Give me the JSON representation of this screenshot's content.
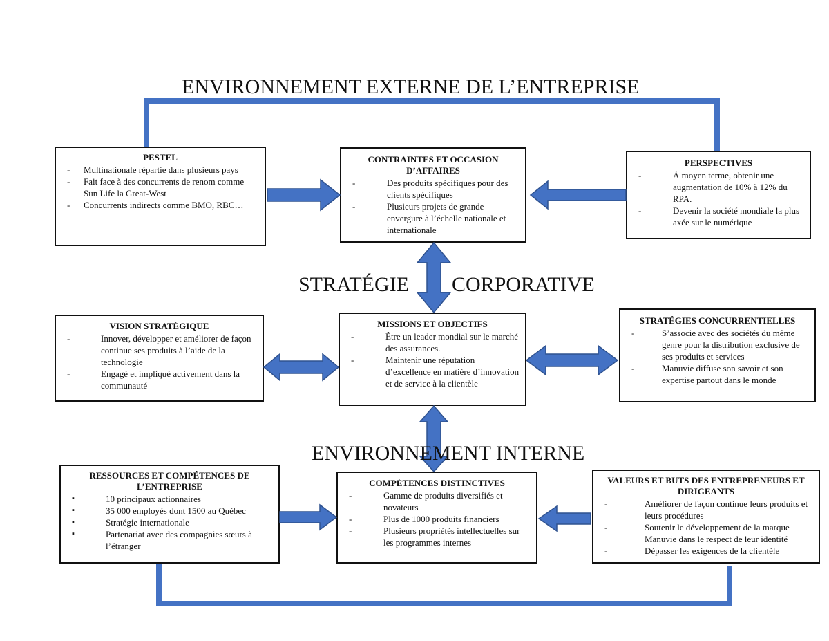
{
  "headings": {
    "external": "ENVIRONNEMENT EXTERNE DE L’ENTREPRISE",
    "strategy_left": "STRATÉGIE",
    "strategy_right": "CORPORATIVE",
    "internal": "ENVIRONNEMENT INTERNE"
  },
  "boxes": {
    "pestel": {
      "title": "PESTEL",
      "items": [
        "Multinationale répartie dans plusieurs pays",
        "Fait face à des concurrents de renom comme Sun Life la Great-West",
        "Concurrents indirects comme BMO, RBC…"
      ]
    },
    "contraintes": {
      "title": "CONTRAINTES ET OCCASION D’AFFAIRES",
      "items": [
        "Des produits spécifiques pour des clients spécifiques",
        "Plusieurs projets de grande envergure à l’échelle nationale et internationale"
      ]
    },
    "perspectives": {
      "title": "PERSPECTIVES",
      "items": [
        "À moyen terme, obtenir une augmentation de 10% à 12% du RPA.",
        "Devenir la société mondiale la plus axée sur le numérique"
      ]
    },
    "vision": {
      "title": "VISION STRATÉGIQUE",
      "items": [
        "Innover, développer et améliorer de façon continue ses produits à l’aide de la technologie",
        "Engagé et impliqué activement dans la communauté"
      ]
    },
    "missions": {
      "title": "MISSIONS ET OBJECTIFS",
      "items": [
        "Être un leader mondial sur le marché des assurances.",
        "Maintenir une réputation d’excellence en matière d’innovation et de service à la clientèle"
      ]
    },
    "strategies": {
      "title": "STRATÉGIES CONCURRENTIELLES",
      "items": [
        "S’associe avec des sociétés du même genre pour la distribution exclusive de ses produits et services",
        "Manuvie diffuse son savoir et son expertise partout dans le monde"
      ]
    },
    "ressources": {
      "title": "RESSOURCES ET COMPÉTENCES DE L’ENTREPRISE",
      "items": [
        "10 principaux actionnaires",
        "35 000 employés dont 1500 au Québec",
        "Stratégie internationale",
        "Partenariat avec des compagnies sœurs à l’étranger"
      ]
    },
    "competences": {
      "title": "COMPÉTENCES DISTINCTIVES",
      "items": [
        "Gamme de produits diversifiés et novateurs",
        "Plus de 1000 produits financiers",
        "Plusieurs propriétés intellectuelles sur les programmes internes"
      ]
    },
    "valeurs": {
      "title": "VALEURS ET BUTS DES ENTREPRENEURS ET DIRIGEANTS",
      "items": [
        "Améliorer de façon continue leurs produits et leurs procédures",
        "Soutenir le développement de la marque Manuvie dans le respect de leur identité",
        "Dépasser les exigences de la clientèle"
      ]
    }
  },
  "colors": {
    "arrow_fill": "#4472C4",
    "arrow_stroke": "#2F528F",
    "connector": "#4472C4",
    "border": "#111111"
  }
}
